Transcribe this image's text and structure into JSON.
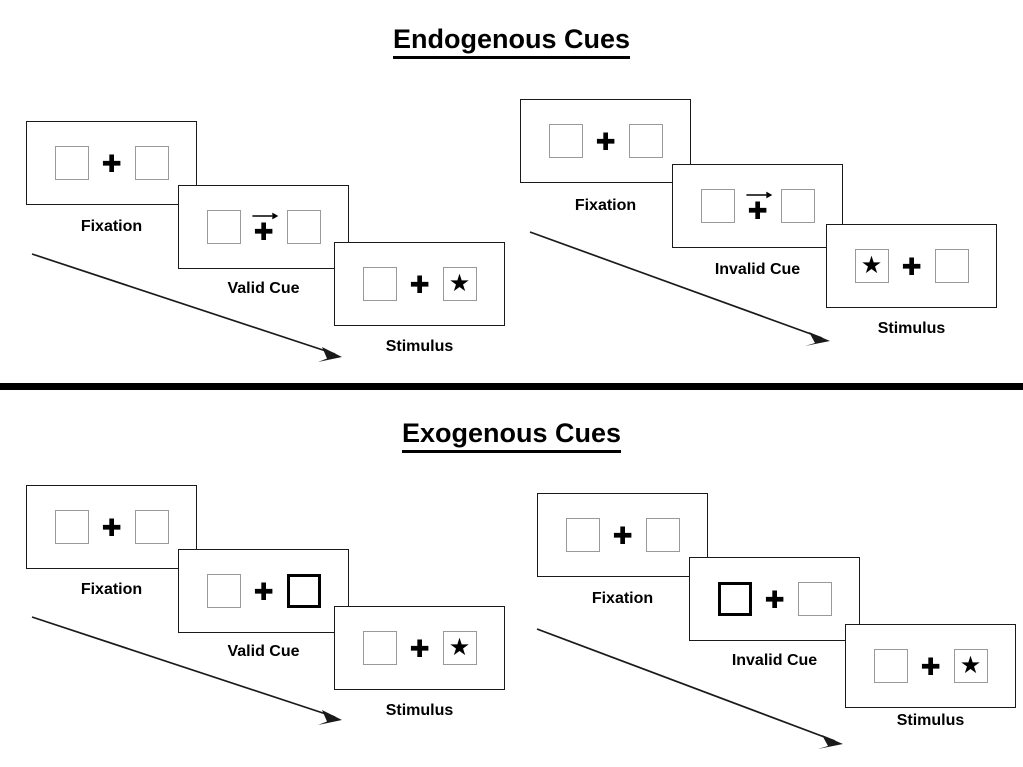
{
  "figure": {
    "type": "diagram",
    "subject": "Posner spatial cueing paradigm — endogenous vs exogenous attention cues"
  },
  "sections": [
    {
      "id": "endogenous",
      "title": "Endogenous Cues",
      "conditions": [
        {
          "id": "endo-valid",
          "frames": [
            {
              "caption": "Fixation",
              "left_box": "empty",
              "right_box": "empty",
              "center": "plus",
              "cue": "none"
            },
            {
              "caption": "Valid Cue",
              "left_box": "empty",
              "right_box": "empty",
              "center": "plus-with-arrow",
              "cue": "arrow-right"
            },
            {
              "caption": "Stimulus",
              "left_box": "empty",
              "right_box": "star",
              "center": "plus",
              "cue": "none"
            }
          ]
        },
        {
          "id": "endo-invalid",
          "frames": [
            {
              "caption": "Fixation",
              "left_box": "empty",
              "right_box": "empty",
              "center": "plus",
              "cue": "none"
            },
            {
              "caption": "Invalid Cue",
              "left_box": "empty",
              "right_box": "empty",
              "center": "plus-with-arrow",
              "cue": "arrow-right"
            },
            {
              "caption": "Stimulus",
              "left_box": "star",
              "right_box": "empty",
              "center": "plus",
              "cue": "none"
            }
          ]
        }
      ]
    },
    {
      "id": "exogenous",
      "title": "Exogenous Cues",
      "conditions": [
        {
          "id": "exo-valid",
          "frames": [
            {
              "caption": "Fixation",
              "left_box": "empty",
              "right_box": "empty",
              "center": "plus",
              "cue": "none"
            },
            {
              "caption": "Valid Cue",
              "left_box": "empty",
              "right_box": "highlight",
              "center": "plus",
              "cue": "box-flash-right"
            },
            {
              "caption": "Stimulus",
              "left_box": "empty",
              "right_box": "star",
              "center": "plus",
              "cue": "none"
            }
          ]
        },
        {
          "id": "exo-invalid",
          "frames": [
            {
              "caption": "Fixation",
              "left_box": "empty",
              "right_box": "empty",
              "center": "plus",
              "cue": "none"
            },
            {
              "caption": "Invalid Cue",
              "left_box": "highlight",
              "right_box": "empty",
              "center": "plus",
              "cue": "box-flash-left"
            },
            {
              "caption": "Stimulus",
              "left_box": "empty",
              "right_box": "star",
              "center": "plus",
              "cue": "none"
            }
          ]
        }
      ]
    }
  ],
  "glyphs": {
    "plus": "✚",
    "star": "★"
  },
  "timeline_arrows": [
    {
      "name": "endo-valid-timeline",
      "direction": "down-right"
    },
    {
      "name": "endo-invalid-timeline",
      "direction": "down-right"
    },
    {
      "name": "exo-valid-timeline",
      "direction": "down-right"
    },
    {
      "name": "exo-invalid-timeline",
      "direction": "down-right"
    }
  ],
  "colors": {
    "ink": "#000000",
    "panel_border": "#1a1a1a",
    "box_border": "#9a9a9a",
    "highlight_border": "#000000",
    "background": "#ffffff"
  }
}
